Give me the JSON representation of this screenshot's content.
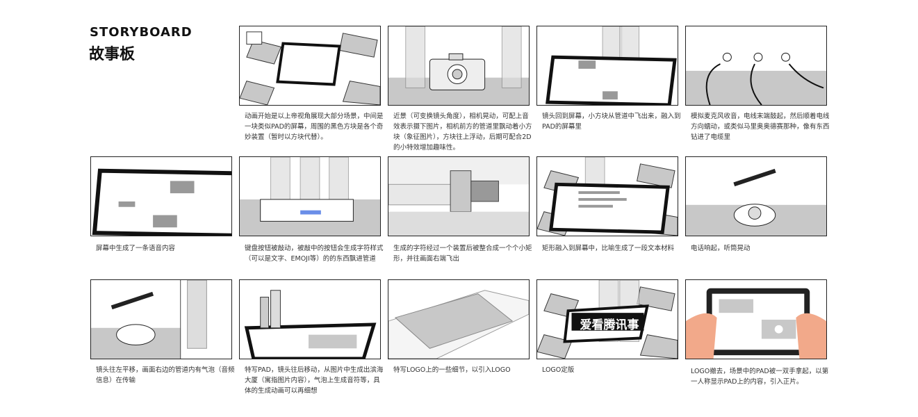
{
  "header": {
    "title_en": "STORYBOARD",
    "title_zh": "故事板"
  },
  "logo_text": "爱看腾讯事",
  "panels": [
    {
      "caption": "动画开始是以上帝视角展现大部分场景，中间是一块类似PAD的屏幕，周围的黑色方块是各个奇妙装置（暂时以方块代替）。"
    },
    {
      "caption": "近景（可变换镜头角度），相机晃动，可配上音效表示摄下图片，相机前方的管道里飘动着小方块（象征图片），方块往上浮动，后期可配合2D的小特效增加趣味性。"
    },
    {
      "caption": "镜头回到屏幕，小方块从管道中飞出来，融入到PAD的屏幕里"
    },
    {
      "caption": "模拟麦克风收音，电线末端鼓起，然后顺着电线方向蠕动，或类似马里奥奥德赛那种，像有东西钻进了电缆里"
    },
    {
      "caption": "屏幕中生成了一条语音内容"
    },
    {
      "caption": "键盘按钮被敲动，被敲中的按钮会生成字符样式（可以是文字、EMOJI等）的的东西飘进管道"
    },
    {
      "caption": "生成的字符经过一个装置后被整合成一个个小矩形，并往画面右端飞出"
    },
    {
      "caption": "矩形融入到屏幕中，比喻生成了一段文本材料"
    },
    {
      "caption": "电话响起，听筒晃动"
    },
    {
      "caption": "镜头往左平移，画面右边的管道内有气泡（音频信息）在传输"
    },
    {
      "caption": "特写PAD，镜头往后移动，从图片中生成出滨海大厦（寓指图片内容），气泡上生成音符等，具体的生成动画可以再细想"
    },
    {
      "caption": "特写LOGO上的一些细节，以引入LOGO"
    },
    {
      "caption": "LOGO定版"
    },
    {
      "caption": "LOGO撤去，场景中的PAD被一双手拿起，以第一人称显示PAD上的内容，引入正片。"
    }
  ]
}
